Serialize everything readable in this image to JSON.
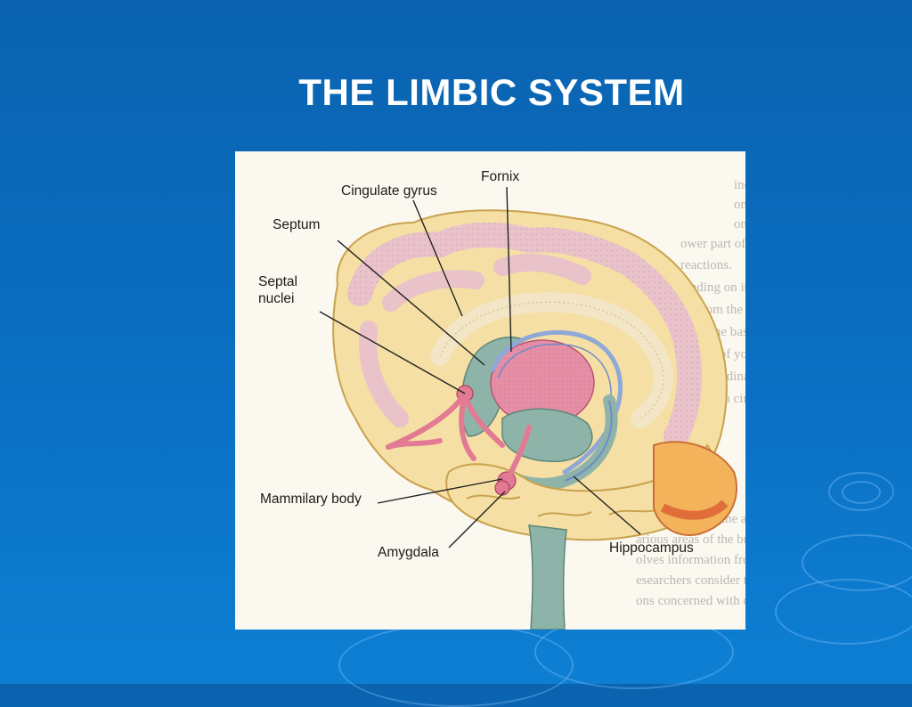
{
  "slide": {
    "title": "THE LIMBIC SYSTEM"
  },
  "figure": {
    "labels": {
      "fornix": "Fornix",
      "cingulate_gyrus": "Cingulate gyrus",
      "septum": "Septum",
      "septal_nuclei_line1": "Septal",
      "septal_nuclei_line2": "nuclei",
      "mammilary_body": "Mammilary body",
      "amygdala": "Amygdala",
      "hippocampus": "Hippocampus"
    },
    "background_text": [
      "incoming information, irrelevant information is filtered out, impo",
      "on is passed on to higher centers. The RAS also arouses the highe",
      "omething happens that requires attention. The RAS is also the r",
      "ower part of the brain; it keeps the brain alert and be alert, ac",
      "reactions.",
      "reading on it is the",
      "ctbulon from the",
      "erebellum the base of ba",
      "ous the part of your co",
      "omain is coordinated. Vi",
      "aally the brain circle.",
      "limbic contains the and from the upper portio",
      "arious areas of the brain certain social functions. For exa",
      "olves information from the limbic system and is involved in eye mo",
      "esearchers consider the system to be part of the brain stem. In th",
      "ons concerned with deals about the structure of the midbrain."
    ]
  },
  "colors": {
    "background": "#0a6cbf",
    "title": "#ffffff",
    "figure_bg": "#fbf8ef",
    "cortex": "#f5dfa4",
    "gyri": "#e7bdd0",
    "limbic_green": "#8eb3a8",
    "thalamus": "#e58fa6",
    "fornix_blue": "#8fa8d8"
  }
}
